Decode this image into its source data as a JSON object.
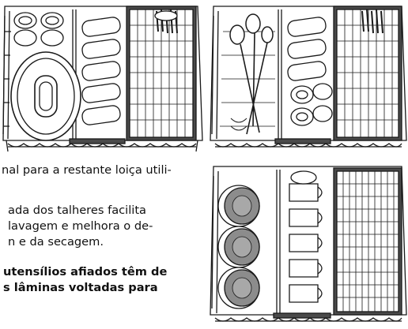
{
  "manual": {
    "paragraph_1": {
      "line_1": "nal para a restante loiça utili-"
    },
    "paragraph_2": {
      "line_1": "ada dos talheres facilita",
      "line_2": "lavagem e melhora o de-",
      "line_3": "n e da secagem."
    },
    "warning": {
      "line_1": "utensílios afiados têm de",
      "line_2": "s lâminas voltadas para"
    }
  },
  "illustrations": [
    {
      "id": "basket-view-1",
      "content": "platter-and-mugs"
    },
    {
      "id": "basket-view-2",
      "content": "ladles-and-mugs"
    },
    {
      "id": "basket-view-3",
      "content": "plates-and-mugs"
    }
  ],
  "colors": {
    "line": "#1a1a1a",
    "shade": "#8c8c8c",
    "dark_tray": "#4a4a4a",
    "paper": "#ffffff"
  }
}
